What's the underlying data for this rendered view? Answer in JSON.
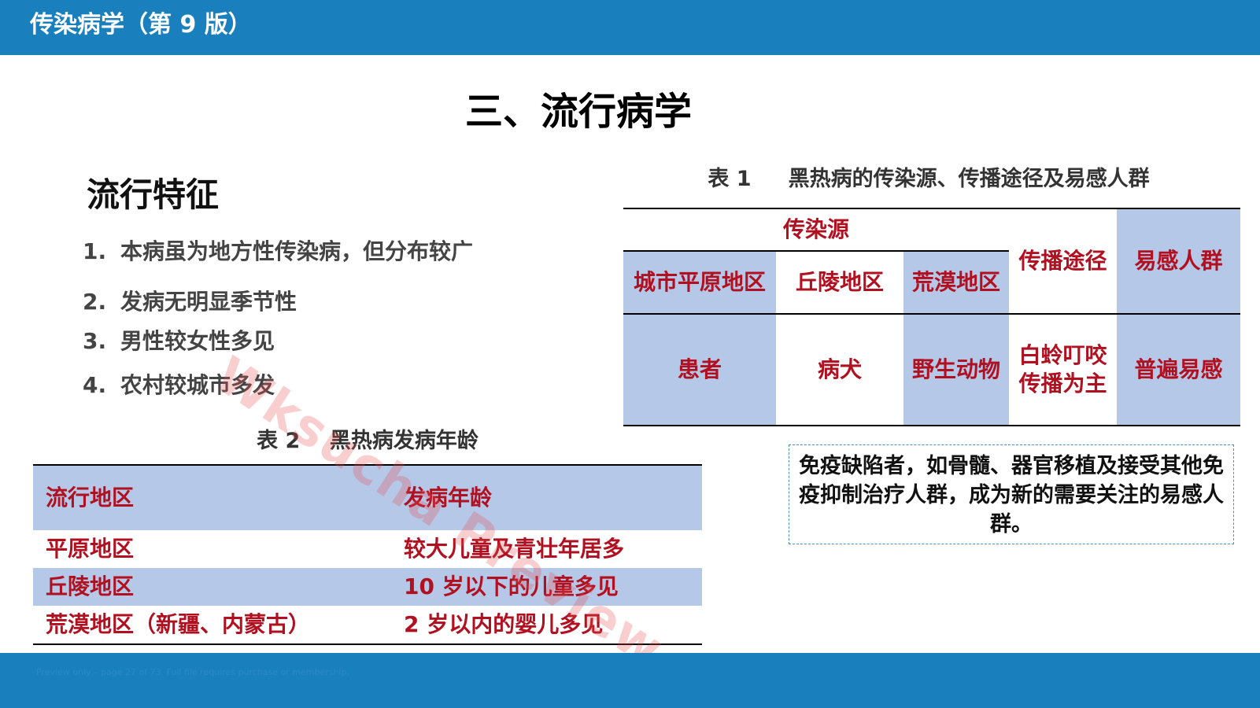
{
  "header": {
    "title": "传染病学（第 9 版）"
  },
  "page_title": "三、流行病学",
  "section_title": "流行特征",
  "features": [
    {
      "num": "1.",
      "text": "本病虽为地方性传染病，但分布较广"
    },
    {
      "num": "2.",
      "text": "发病无明显季节性"
    },
    {
      "num": "3.",
      "text": "男性较女性多见"
    },
    {
      "num": "4.",
      "text": "农村较城市多发"
    }
  ],
  "table1": {
    "caption": "表 1     黑热病的传染源、传播途径及易感人群",
    "source_header": "传染源",
    "route_header": "传播途径",
    "susceptible_header": "易感人群",
    "sub_headers": [
      "城市平原地区",
      "丘陵地区",
      "荒漠地区"
    ],
    "row": [
      "患者",
      "病犬",
      "野生动物",
      "白蛉叮咬传播为主",
      "普遍易感"
    ]
  },
  "note": "免疫缺陷者，如骨髓、器官移植及接受其他免疫抑制治疗人群，成为新的需要关注的易感人群。",
  "table2": {
    "caption": "表 2    黑热病发病年龄",
    "headers": [
      "流行地区",
      "发病年龄"
    ],
    "rows": [
      [
        "平原地区",
        "较大儿童及青壮年居多"
      ],
      [
        "丘陵地区",
        "10 岁以下的儿童多见"
      ],
      [
        "荒漠地区（新疆、内蒙古）",
        "2 岁以内的婴儿多见"
      ]
    ]
  },
  "watermark": "Wksucha Preview",
  "footer": {
    "note": "Preview only – page 27 of 73. Full file requires purchase or membership."
  }
}
